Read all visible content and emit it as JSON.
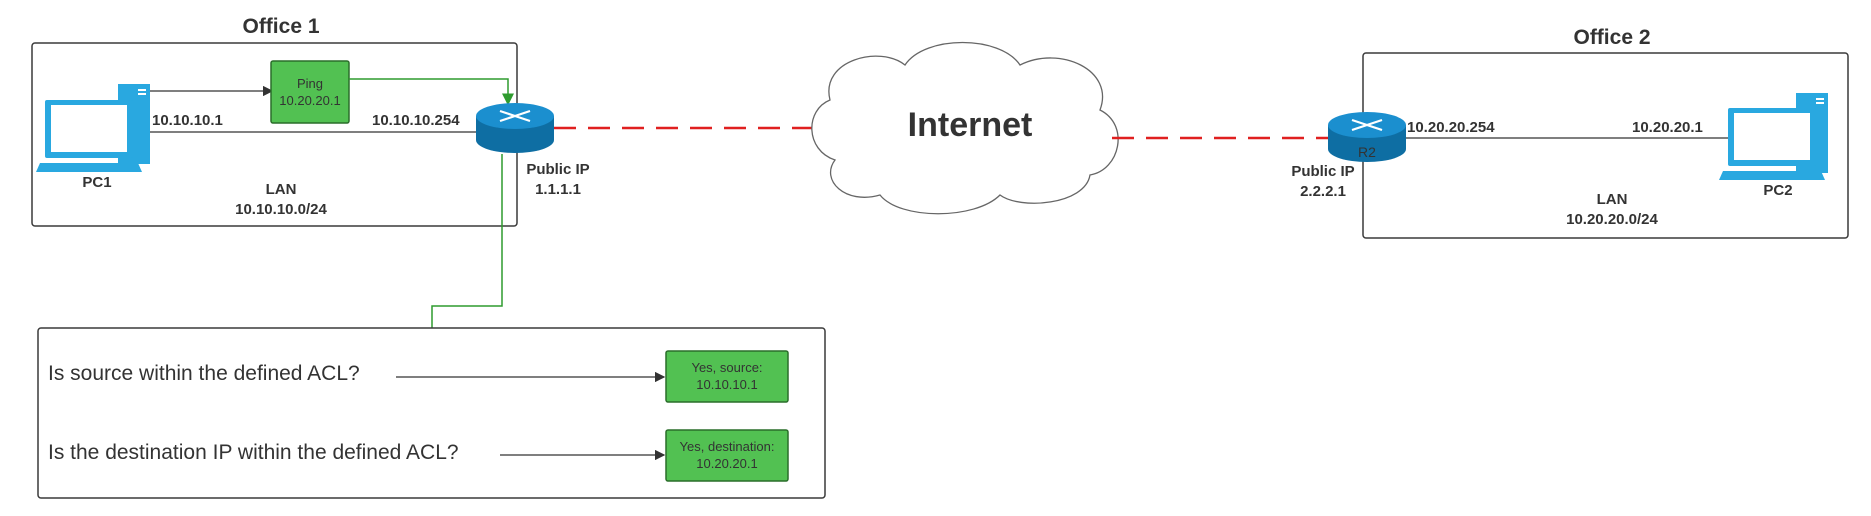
{
  "office1": {
    "title": "Office 1",
    "pc_label": "PC1",
    "pc_ip": "10.10.10.1",
    "router_lan_ip": "10.10.10.254",
    "public_ip_label": "Public IP",
    "public_ip": "1.1.1.1",
    "lan_label": "LAN",
    "lan_subnet": "10.10.10.0/24",
    "ping_box": {
      "line1": "Ping",
      "line2": "10.20.20.1"
    }
  },
  "office2": {
    "title": "Office 2",
    "pc_label": "PC2",
    "pc_ip": "10.20.20.1",
    "router_label": "R2",
    "router_lan_ip": "10.20.20.254",
    "public_ip_label": "Public IP",
    "public_ip": "2.2.2.1",
    "lan_label": "LAN",
    "lan_subnet": "10.20.20.0/24"
  },
  "internet": {
    "label": "Internet"
  },
  "acl_check": {
    "question1": "Is source within the defined ACL?",
    "answer1": {
      "line1": "Yes, source:",
      "line2": "10.10.10.1"
    },
    "question2": "Is the destination IP within the defined ACL?",
    "answer2": {
      "line1": "Yes, destination:",
      "line2": "10.20.20.1"
    }
  },
  "colors": {
    "device_blue": "#29a8e0",
    "router_blue": "#0e7ab5",
    "green_box": "#52c152",
    "green_line": "#2e9b2e",
    "wan_red": "#e02020",
    "border_dark": "#3a3a3a"
  }
}
